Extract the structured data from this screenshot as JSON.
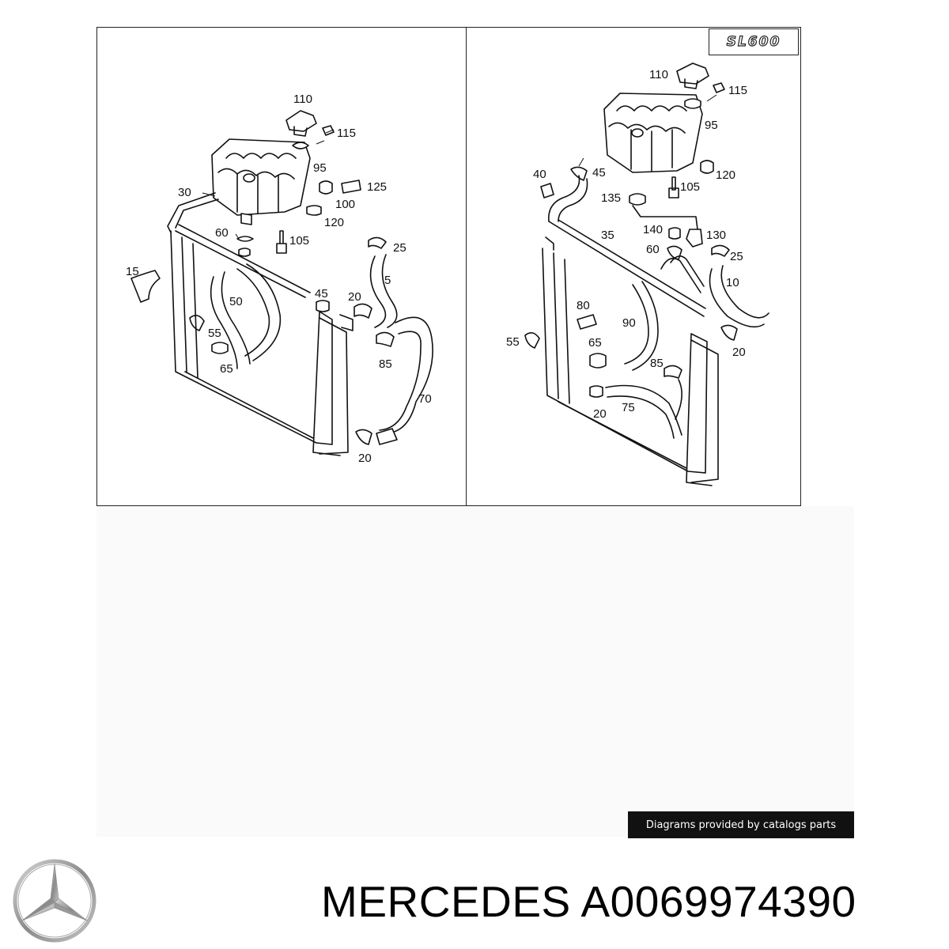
{
  "model_badge": "SL600",
  "left_labels": [
    {
      "text": "110"
    },
    {
      "text": "115"
    },
    {
      "text": "95"
    },
    {
      "text": "125"
    },
    {
      "text": "30"
    },
    {
      "text": "100"
    },
    {
      "text": "120"
    },
    {
      "text": "60"
    },
    {
      "text": "105"
    },
    {
      "text": "25"
    },
    {
      "text": "15"
    },
    {
      "text": "5"
    },
    {
      "text": "45"
    },
    {
      "text": "50"
    },
    {
      "text": "20"
    },
    {
      "text": "55"
    },
    {
      "text": "85"
    },
    {
      "text": "65"
    },
    {
      "text": "70"
    },
    {
      "text": "20"
    }
  ],
  "right_labels": [
    {
      "text": "110"
    },
    {
      "text": "115"
    },
    {
      "text": "95"
    },
    {
      "text": "40"
    },
    {
      "text": "45"
    },
    {
      "text": "120"
    },
    {
      "text": "105"
    },
    {
      "text": "135"
    },
    {
      "text": "140"
    },
    {
      "text": "130"
    },
    {
      "text": "35"
    },
    {
      "text": "60"
    },
    {
      "text": "25"
    },
    {
      "text": "10"
    },
    {
      "text": "80"
    },
    {
      "text": "90"
    },
    {
      "text": "55"
    },
    {
      "text": "65"
    },
    {
      "text": "20"
    },
    {
      "text": "85"
    },
    {
      "text": "75"
    },
    {
      "text": "20"
    }
  ],
  "credit": "Diagrams provided by catalogs parts",
  "footer": {
    "brand": "MERCEDES",
    "part_number": "A0069974390"
  },
  "logo_icon": "mercedes-star-icon"
}
